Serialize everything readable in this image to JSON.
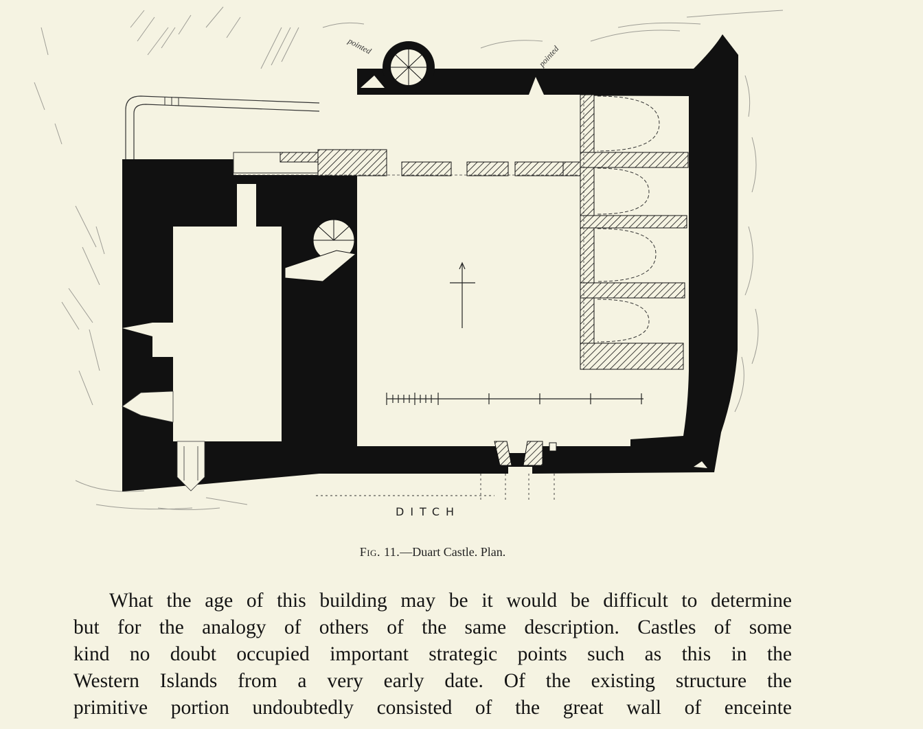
{
  "figure": {
    "labels": {
      "pointed_left": "pointed",
      "pointed_right": "pointed",
      "ditch": "DITCH"
    }
  },
  "caption": {
    "prefix": "Fig. 11.",
    "text": "—Duart Castle.  Plan."
  },
  "body": {
    "lines": [
      "What the age of this building may be it would be difficult to determine",
      "but for the analogy of others of the same description.  Castles of some",
      "kind no doubt occupied important strategic points such as this in the",
      "Western Islands from a very early date.  Of the existing structure the",
      "primitive portion undoubtedly consisted of the great wall of enceinte"
    ]
  }
}
